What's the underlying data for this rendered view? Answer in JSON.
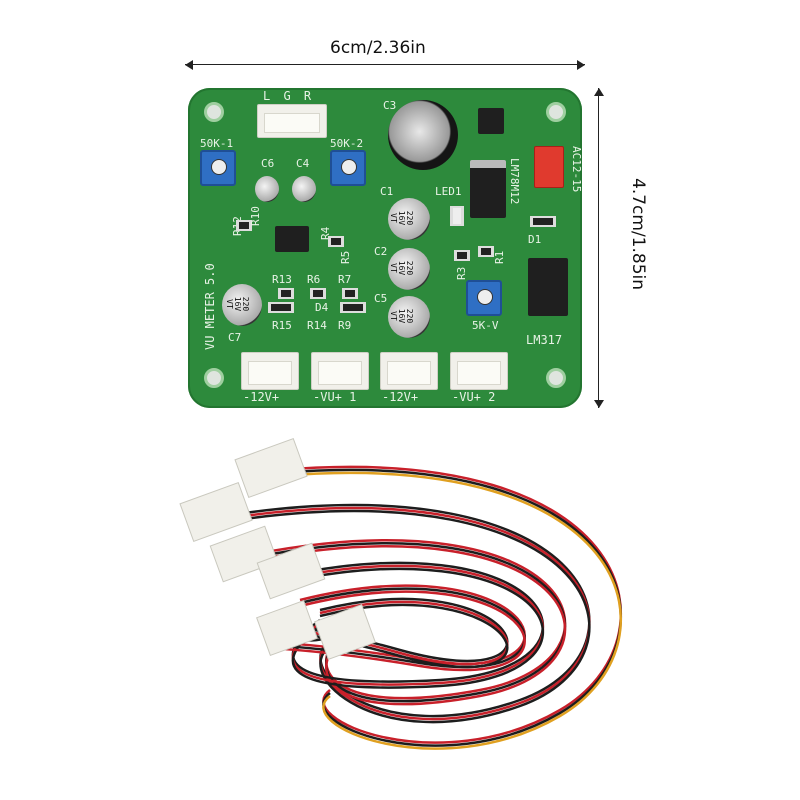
{
  "dimensions": {
    "width_label": "6cm/2.36in",
    "height_label": "4.7cm/1.85in"
  },
  "pcb": {
    "color": "#2d8a3c",
    "board_title": "VU METER 5.0",
    "labels": {
      "input_header": "L G R",
      "pot1": "50K-1",
      "pot2": "50K-2",
      "pot3": "5K-V",
      "c3": "C3",
      "c6": "C6",
      "c4": "C4",
      "c1": "C1",
      "c2": "C2",
      "c5": "C5",
      "c7": "C7",
      "led1": "LED1",
      "regulator1": "LM78M12",
      "regulator2": "LM317",
      "power_input": "AC12-15",
      "d1": "D1",
      "d4": "D4",
      "r1": "R1",
      "r3": "R3",
      "r4": "R4",
      "r5": "R5",
      "r6": "R6",
      "r7": "R7",
      "r9": "R9",
      "r10": "R10",
      "r12": "R12",
      "r13": "R13",
      "r14": "R14",
      "r15": "R15",
      "out1": "-12V+",
      "out2": "-VU+ 1",
      "out3": "-12V+",
      "out4": "-VU+ 2"
    },
    "capacitor_marking": [
      "220",
      "16V",
      "VT"
    ]
  },
  "cables": {
    "wire_colors": [
      "#c8202a",
      "#1d1d1d",
      "#e0a020"
    ],
    "connector_color": "#f1f0ea"
  }
}
